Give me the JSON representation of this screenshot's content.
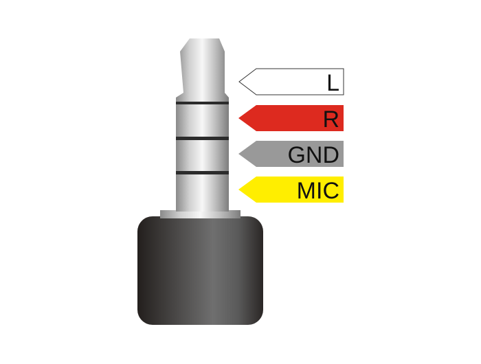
{
  "labels": [
    {
      "text": "L",
      "color": "#ffffff",
      "outline": "#333333"
    },
    {
      "text": "R",
      "color": "#dd2a1f"
    },
    {
      "text": "GND",
      "color": "#999999"
    },
    {
      "text": "MIC",
      "color": "#ffee00"
    }
  ],
  "colors": {
    "metal_dark": "#8a8a8a",
    "metal_light": "#f4f4f4",
    "ring_insulator": "#2b2b2b",
    "body_dark": "#2a2523",
    "body_light": "#6e6e6e"
  }
}
